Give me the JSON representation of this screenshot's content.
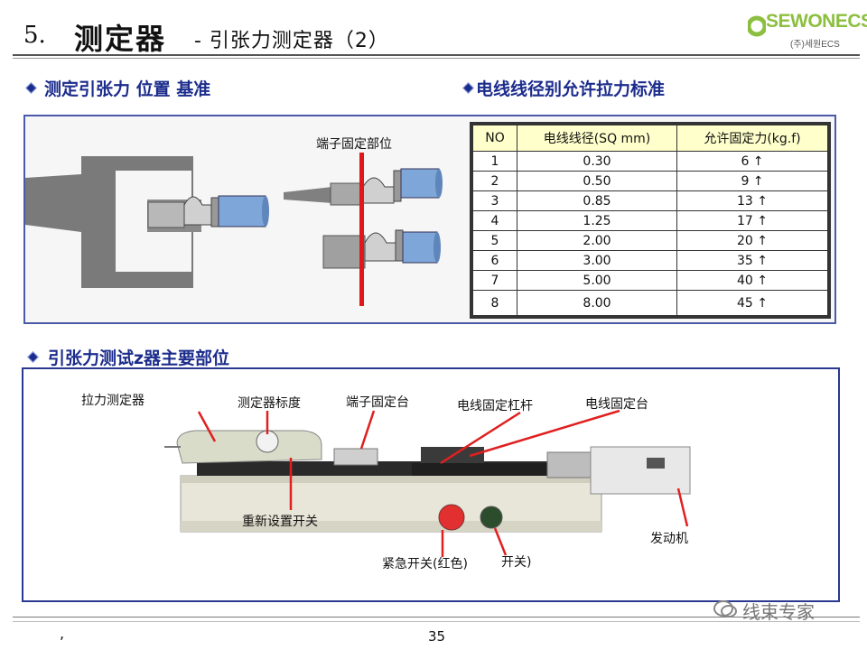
{
  "header": {
    "number": "5.",
    "title": "测定器",
    "subtitle": "- 引张力测定器（2）",
    "logo_text": "SEWONECS",
    "logo_sub": "(주)세원ECS"
  },
  "section_left_title": "测定引张力 位置 基准",
  "section_right_title": "电线线径别允许拉力标准",
  "diagram": {
    "label_terminal_fix": "端子固定部位"
  },
  "table": {
    "headers": [
      "NO",
      "电线线径(SQ mm)",
      "允许固定力(kg.f)"
    ],
    "rows": [
      {
        "no": "1",
        "dia": "0.30",
        "force": "6  ↑"
      },
      {
        "no": "2",
        "dia": "0.50",
        "force": "9  ↑"
      },
      {
        "no": "3",
        "dia": "0.85",
        "force": "13 ↑"
      },
      {
        "no": "4",
        "dia": "1.25",
        "force": "17 ↑"
      },
      {
        "no": "5",
        "dia": "2.00",
        "force": "20 ↑"
      },
      {
        "no": "6",
        "dia": "3.00",
        "force": "35 ↑"
      },
      {
        "no": "7",
        "dia": "5.00",
        "force": "40 ↑"
      },
      {
        "no": "8",
        "dia": "8.00",
        "force": "45 ↑"
      }
    ]
  },
  "section_bottom_title": "引张力测试z器主要部位",
  "machine_labels": {
    "tensile_meter": "拉力测定器",
    "scale": "测定器标度",
    "terminal_table": "端子固定台",
    "wire_lever": "电线固定杠杆",
    "wire_table": "电线固定台",
    "reset_switch": "重新设置开关",
    "emergency_switch": "紧急开关(红色)",
    "switch": "开关)",
    "motor": "发动机"
  },
  "footer": {
    "page": "35",
    "comma": ",",
    "watermark": "线束专家"
  }
}
